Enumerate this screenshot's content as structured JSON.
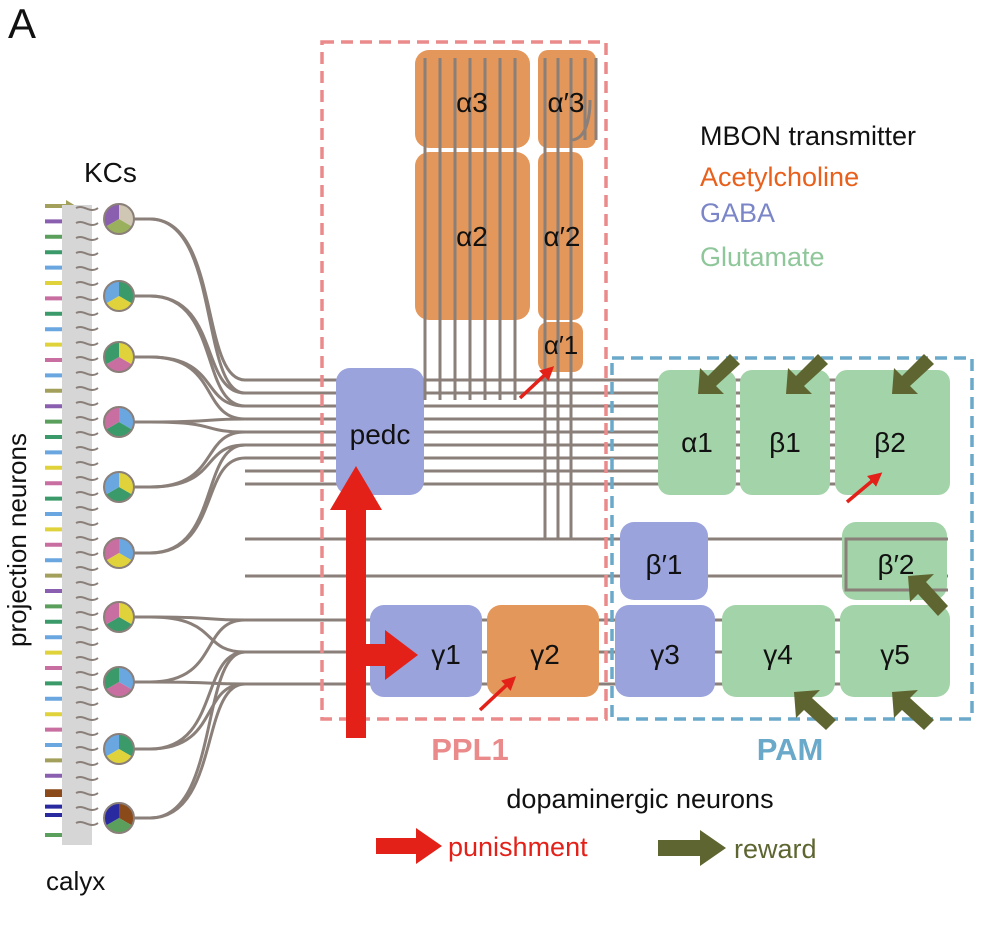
{
  "panel_label": "A",
  "kcs_label": "KCs",
  "calyx_label": "calyx",
  "projection_neurons_label": "projection neurons",
  "compartments": {
    "a3": "α3",
    "a2": "α2",
    "ap3": "α′3",
    "ap2": "α′2",
    "ap1": "α′1",
    "pedc": "pedc",
    "a1": "α1",
    "b1": "β1",
    "b2": "β2",
    "bp1": "β′1",
    "bp2": "β′2",
    "g1": "γ1",
    "g2": "γ2",
    "g3": "γ3",
    "g4": "γ4",
    "g5": "γ5"
  },
  "cluster_labels": {
    "ppl1": "PPL1",
    "pam": "PAM"
  },
  "legend": {
    "title": "MBON transmitter",
    "items": [
      {
        "label": "Acetylcholine",
        "color": "#e8601c"
      },
      {
        "label": "GABA",
        "color": "#7b86c8"
      },
      {
        "label": "Glutamate",
        "color": "#8fc79b"
      }
    ]
  },
  "dopamine": {
    "title": "dopaminergic neurons",
    "punishment": "punishment",
    "reward": "reward",
    "punishment_color": "#e32119",
    "reward_color": "#5e6530"
  },
  "colors": {
    "acetylcholine_box": "#e3975a",
    "gaba_box": "#9aa3dc",
    "glutamate_box": "#a3d3a8",
    "ppl1": "#ea8a8a",
    "pam": "#6aa9c9",
    "axon": "#8a7f79"
  }
}
